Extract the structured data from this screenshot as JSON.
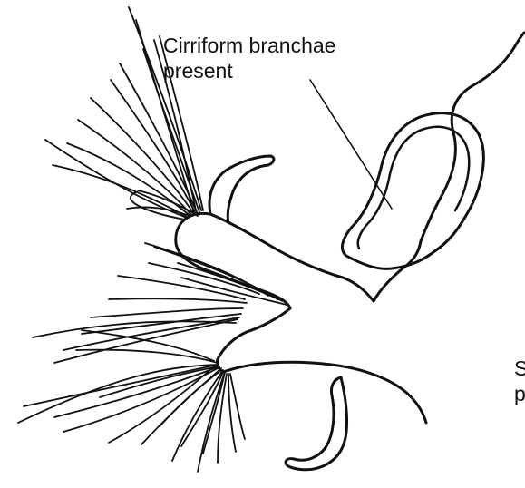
{
  "labels": {
    "main_line1": "Cirriform branchae",
    "main_line2": "present",
    "partial_line1": "S",
    "partial_line2": "p"
  },
  "colors": {
    "ink": "#111111",
    "background": "#ffffff"
  }
}
